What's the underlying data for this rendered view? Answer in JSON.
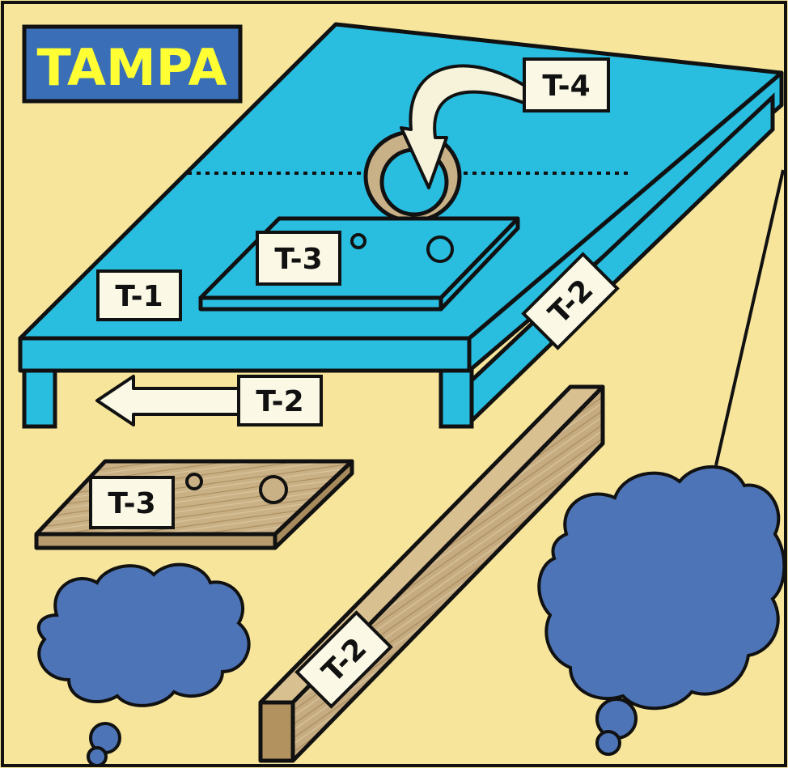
{
  "title": "TAMPA",
  "colors": {
    "background": "#f6e59a",
    "table_top": "#29bde0",
    "title_box": "#3a6fb8",
    "title_text": "#ffff33",
    "wood": "#c5ab7f",
    "cloud": "#4d74b6",
    "label_box": "#fbf9e6",
    "outline": "#111111"
  },
  "labels": {
    "t1": "T-1",
    "t2_side": "T-2",
    "t2_arrow": "T-2",
    "t2_beam": "T-2",
    "t3_top": "T-3",
    "t3_loose": "T-3",
    "t4": "T-4"
  }
}
